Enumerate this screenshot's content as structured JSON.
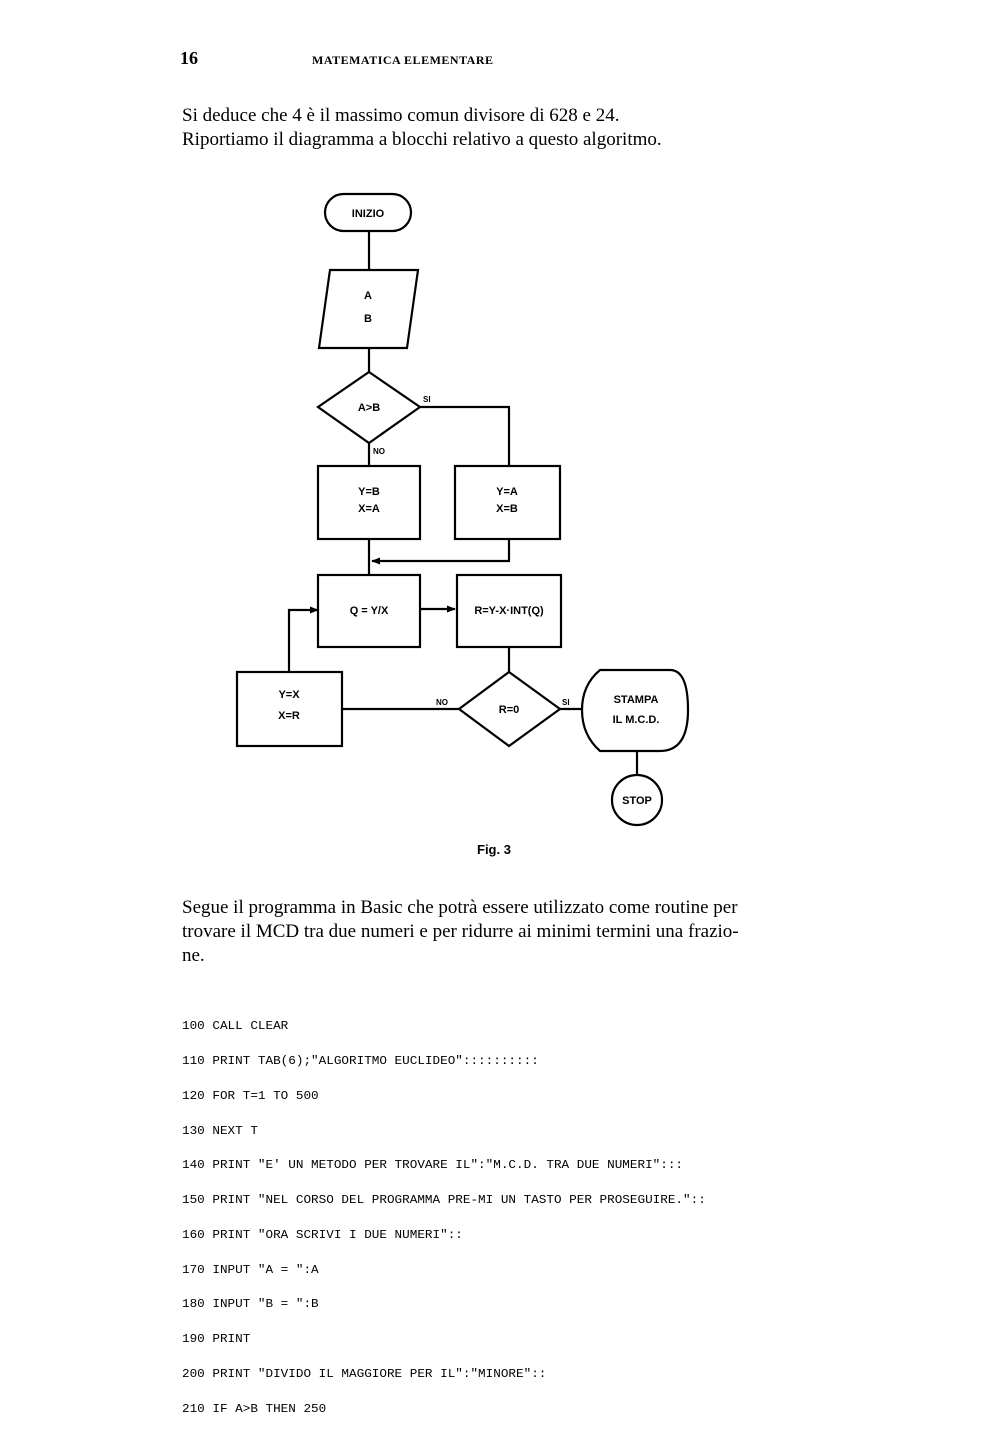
{
  "header": {
    "page_number": "16",
    "running_title": "MATEMATICA ELEMENTARE"
  },
  "intro_lines": [
    "Si deduce che 4 è il massimo comun divisore di 628 e 24.",
    "Riportiamo il diagramma a blocchi relativo a questo algoritmo."
  ],
  "flowchart": {
    "start": "INIZIO",
    "input_a": "A",
    "input_b": "B",
    "decision_compare": "A>B",
    "label_si_1": "SI",
    "label_no_1": "NO",
    "assign_left_1": "Y=B",
    "assign_left_2": "X=A",
    "assign_right_1": "Y=A",
    "assign_right_2": "X=B",
    "quotient": "Q = Y/X",
    "remainder": "R=Y-X·INT(Q)",
    "swap_1": "Y=X",
    "swap_2": "X=R",
    "decision_zero": "R=0",
    "label_no_2": "NO",
    "label_si_2": "SI",
    "print_1": "STAMPA",
    "print_2": "IL M.C.D.",
    "stop": "STOP"
  },
  "figure_caption": "Fig. 3",
  "body_lines": [
    "Segue il programma in Basic che potrà essere utilizzato come routine per",
    "trovare il MCD tra due numeri e per ridurre ai minimi termini una frazio-",
    "ne."
  ],
  "code_lines": [
    "100 CALL CLEAR",
    "110 PRINT TAB(6);\"ALGORITMO EUCLIDEO\"::::::::::",
    "120 FOR T=1 TO 500",
    "130 NEXT T",
    "140 PRINT \"E' UN METODO PER TROVARE IL\":\"M.C.D. TRA DUE NUMERI\":::",
    "150 PRINT \"NEL CORSO DEL PROGRAMMA PRE-MI UN TASTO PER PROSEGUIRE.\"::",
    "160 PRINT \"ORA SCRIVI I DUE NUMERI\"::",
    "170 INPUT \"A = \":A",
    "180 INPUT \"B = \":B",
    "190 PRINT",
    "200 PRINT \"DIVIDO IL MAGGIORE PER IL\":\"MINORE\"::",
    "210 IF A>B THEN 250"
  ]
}
